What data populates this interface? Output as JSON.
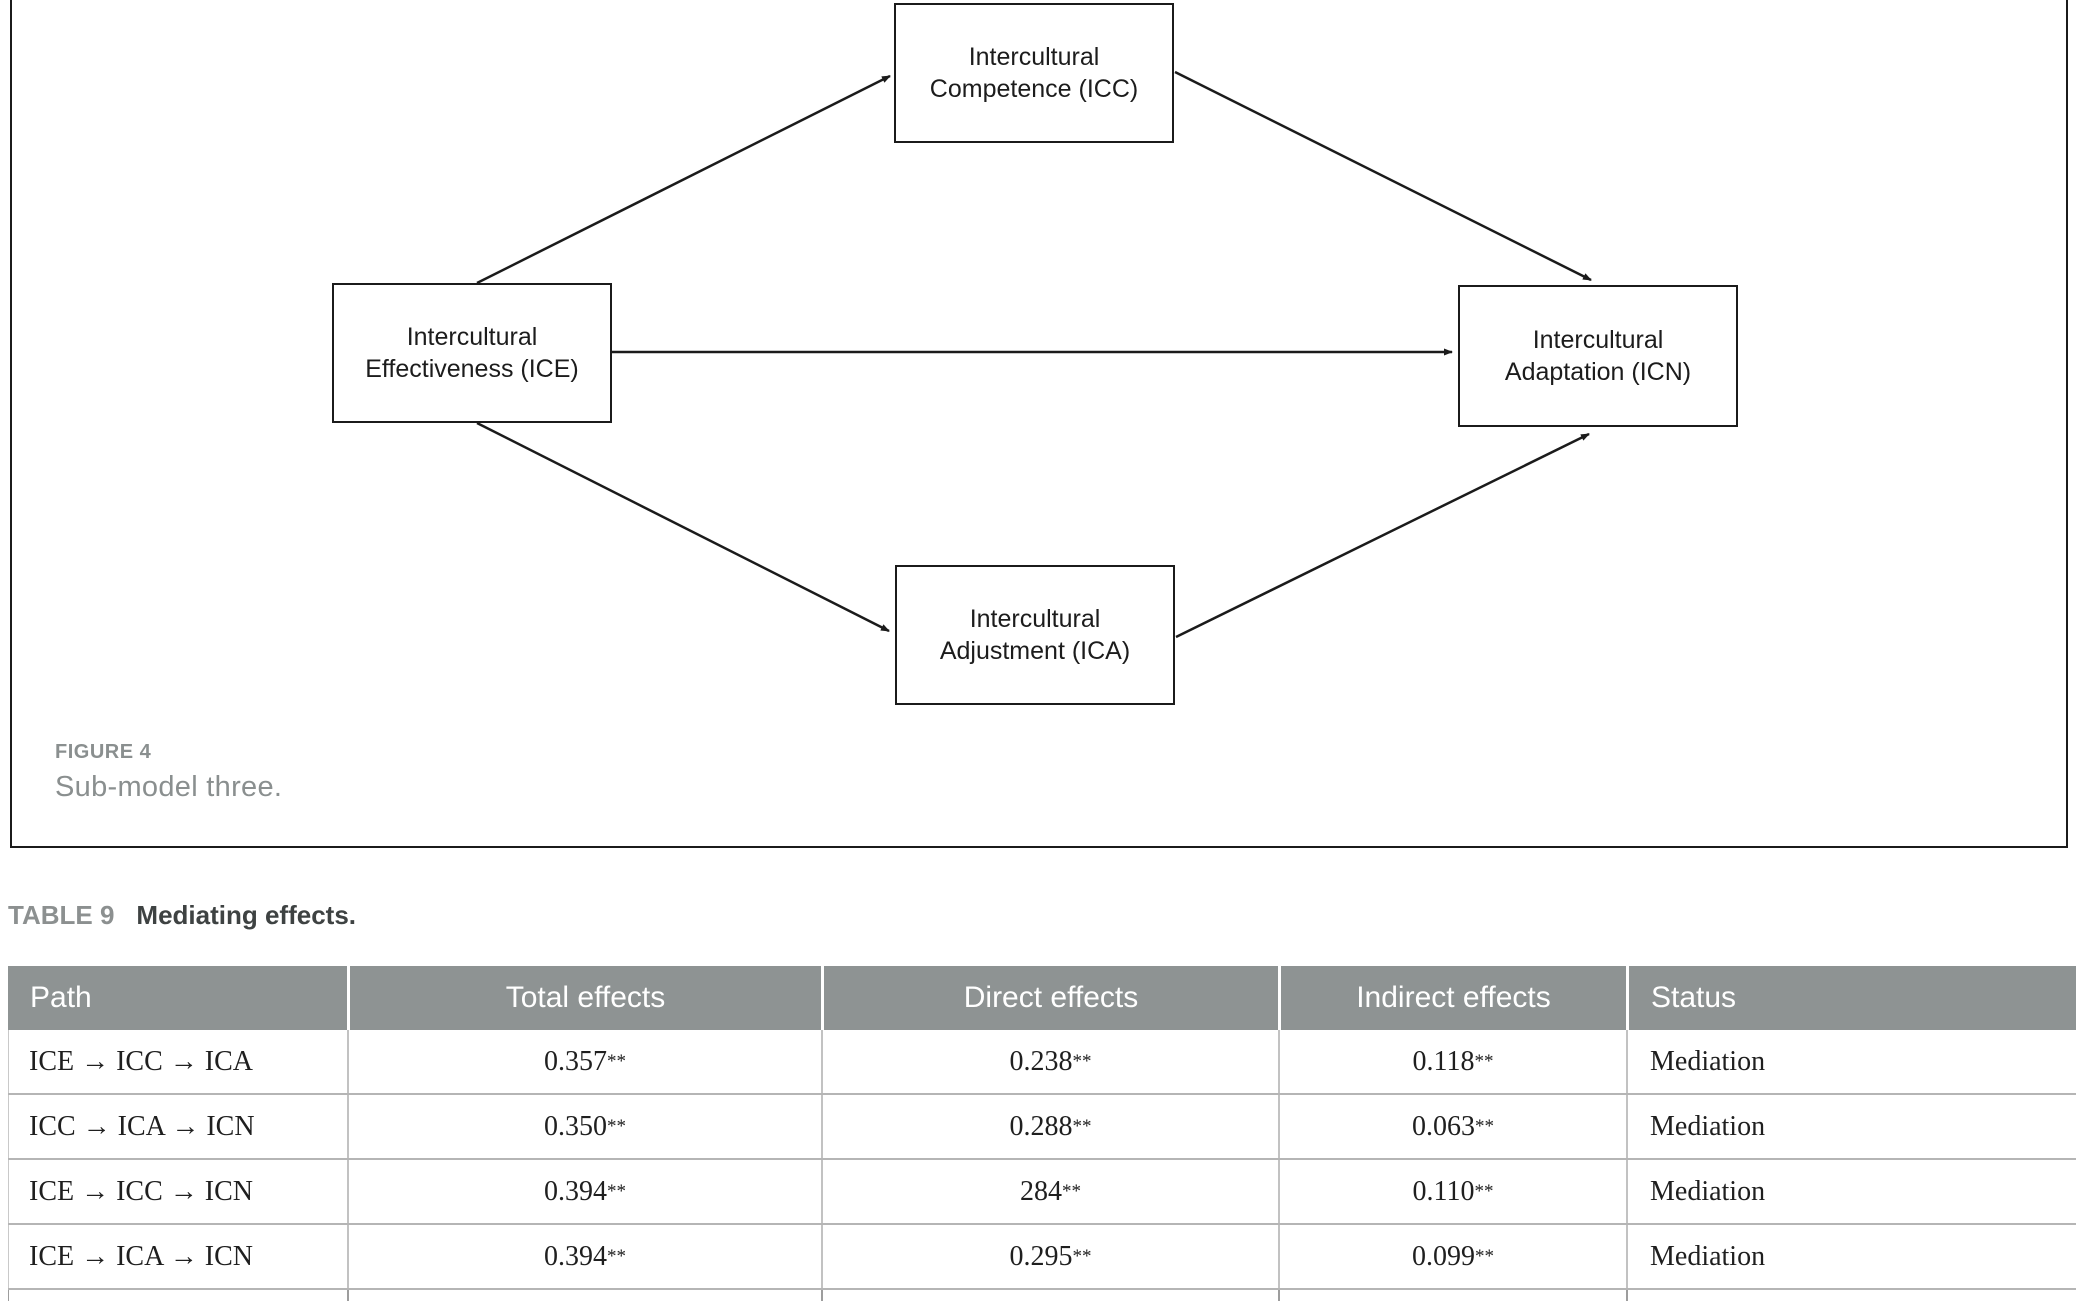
{
  "figure": {
    "label": "FIGURE 4",
    "caption": "Sub-model three.",
    "nodes": {
      "ice": {
        "line1": "Intercultural",
        "line2": "Effectiveness (ICE)"
      },
      "icc": {
        "line1": "Intercultural",
        "line2": "Competence (ICC)"
      },
      "ica": {
        "line1": "Intercultural",
        "line2": "Adjustment (ICA)"
      },
      "icn": {
        "line1": "Intercultural",
        "line2": "Adaptation (ICN)"
      }
    },
    "edges": [
      "ICE to ICC",
      "ICE to ICN",
      "ICE to ICA",
      "ICC to ICN",
      "ICA to ICN"
    ]
  },
  "table": {
    "label": "TABLE 9",
    "title": "Mediating effects.",
    "columns": [
      "Path",
      "Total effects",
      "Direct effects",
      "Indirect effects",
      "Status"
    ],
    "rows": [
      {
        "path": "ICE → ICC → ICA",
        "total": "0.357",
        "direct": "0.238",
        "indirect": "0.118",
        "sig": "**",
        "status": "Mediation"
      },
      {
        "path": "ICC → ICA → ICN",
        "total": "0.350",
        "direct": "0.288",
        "indirect": "0.063",
        "sig": "**",
        "status": "Mediation"
      },
      {
        "path": "ICE → ICC → ICN",
        "total": "0.394",
        "direct": "284",
        "indirect": "0.110",
        "sig": "**",
        "status": "Mediation"
      },
      {
        "path": "ICE → ICA → ICN",
        "total": "0.394",
        "direct": "0.295",
        "indirect": "0.099",
        "sig": "**",
        "status": "Mediation"
      }
    ]
  },
  "colors": {
    "header_bg": "#8e9393",
    "header_text": "#ffffff",
    "caption_gray": "#8a8f8f",
    "title_dark": "#3e4242",
    "line_black": "#1b1b1b",
    "row_border": "#b5b5b5"
  }
}
